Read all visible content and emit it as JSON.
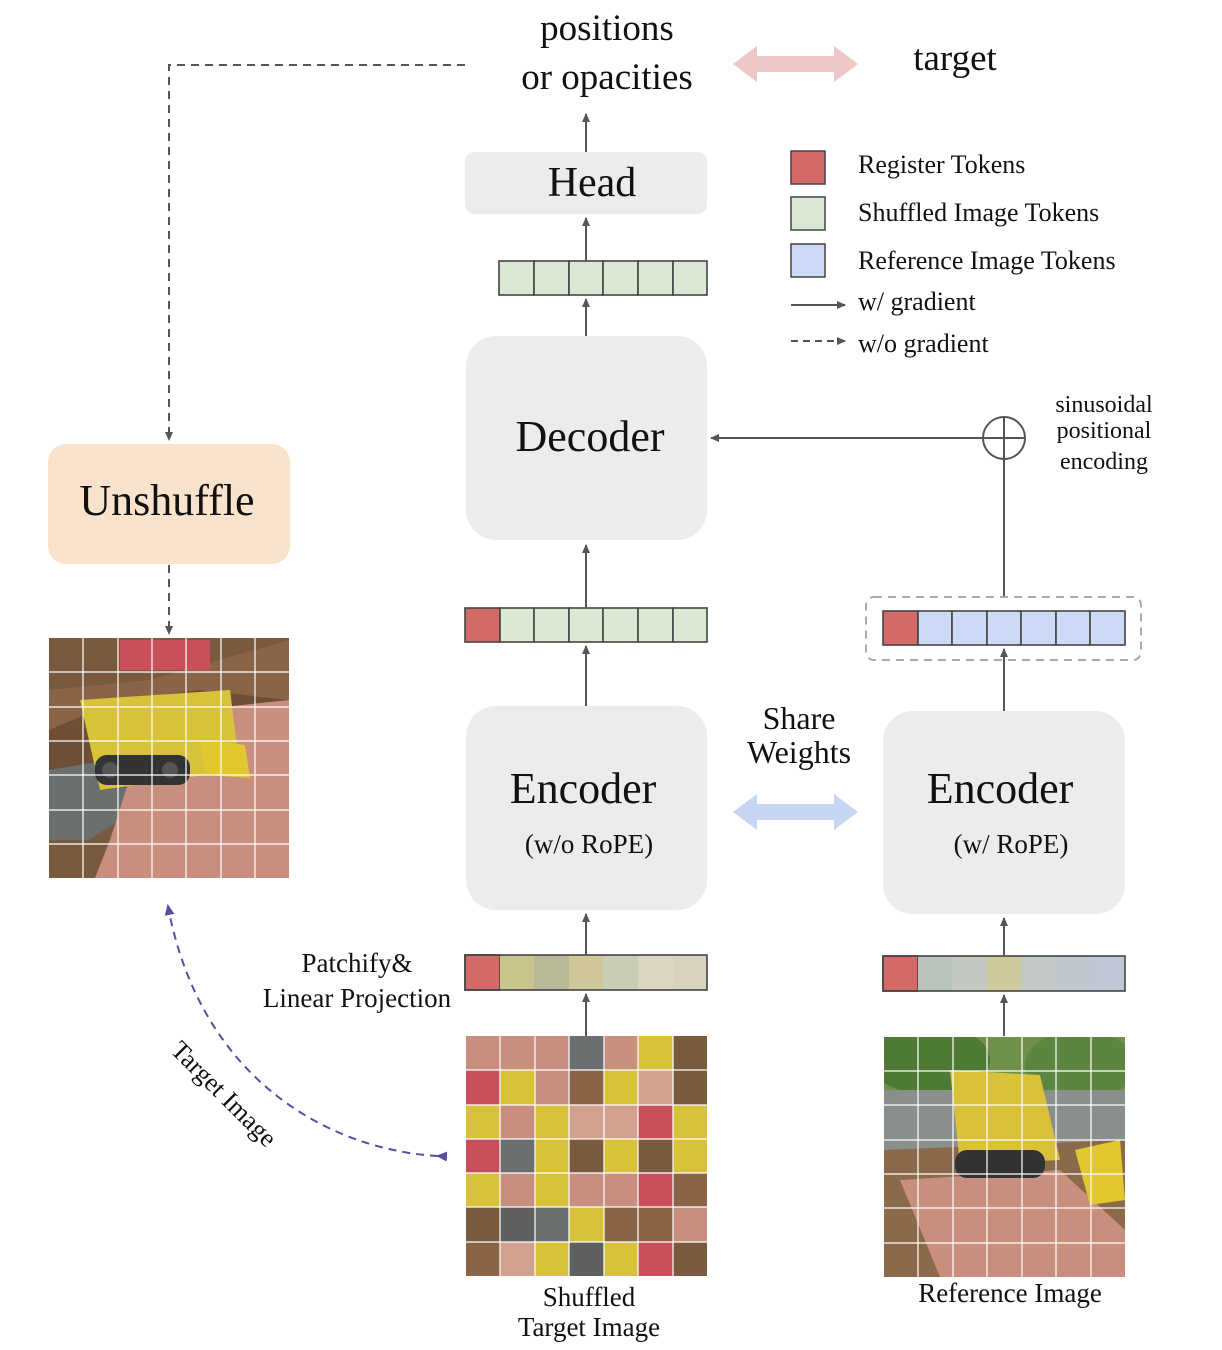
{
  "top": {
    "output_line1": "positions",
    "output_line2": "or opacities",
    "target": "target"
  },
  "blocks": {
    "head": "Head",
    "decoder": "Decoder",
    "unshuffle": "Unshuffle",
    "encoder_left_title": "Encoder",
    "encoder_left_sub": "(w/o RoPE)",
    "encoder_right_title": "Encoder",
    "encoder_right_sub": "(w/ RoPE)"
  },
  "legend": {
    "items": [
      {
        "label": "Register Tokens",
        "color": "#d46a68"
      },
      {
        "label": "Shuffled Image Tokens",
        "color": "#dbe9d4"
      },
      {
        "label": "Reference Image Tokens",
        "color": "#ccdaf5"
      },
      {
        "label": "w/ gradient",
        "style": "solid-arrow"
      },
      {
        "label": "w/o gradient",
        "style": "dashed-arrow"
      }
    ]
  },
  "annotations": {
    "sin_line1": "sinusoidal",
    "sin_line2": "positional",
    "sin_line3": "encoding",
    "share_line1": "Share",
    "share_line2": "Weights",
    "patchify_line1": "Patchify&",
    "patchify_line2": "Linear Projection",
    "target_image_arc": "Target Image",
    "shuffled_caption_line1": "Shuffled",
    "shuffled_caption_line2": "Target Image",
    "reference_caption": "Reference Image"
  },
  "colors": {
    "block_gray": "#ececec",
    "unshuffle_fill": "#f9e3cc",
    "register": "#d46a68",
    "shuffled": "#dbe9d4",
    "reference": "#ccdaf5",
    "target_arrow": "#efc6c6",
    "share_arrow": "#c6d6f2",
    "arc_dashed": "#5b4d9e",
    "arrow_gray": "#555555"
  }
}
